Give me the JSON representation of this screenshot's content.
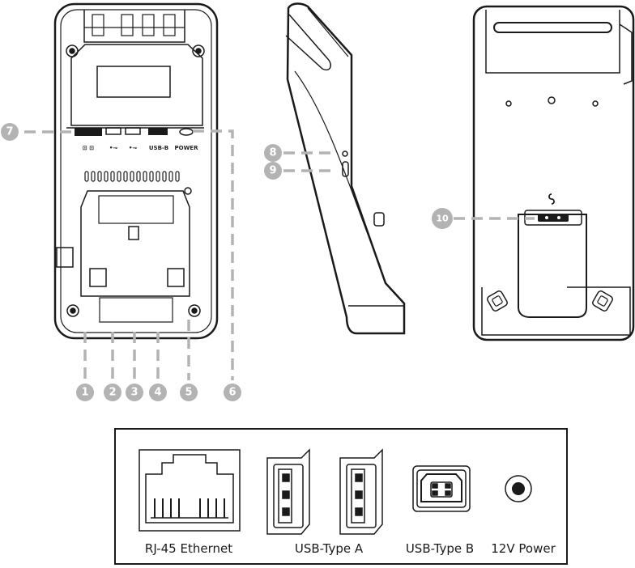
{
  "front_view": {
    "port_marks": [
      "⊡ ⊡",
      "•⊸",
      "•⊸",
      "USB-B",
      "POWER"
    ]
  },
  "callouts": [
    "1",
    "2",
    "3",
    "4",
    "5",
    "6",
    "7",
    "8",
    "9",
    "10"
  ],
  "port_panel": {
    "labels": {
      "rj45": "RJ-45 Ethernet",
      "usb_a": "USB-Type A",
      "usb_b": "USB-Type B",
      "power": "12V Power"
    }
  },
  "colors": {
    "line": "#1a1a1a",
    "callout_gray": "#b3b3b3",
    "background": "#ffffff"
  }
}
